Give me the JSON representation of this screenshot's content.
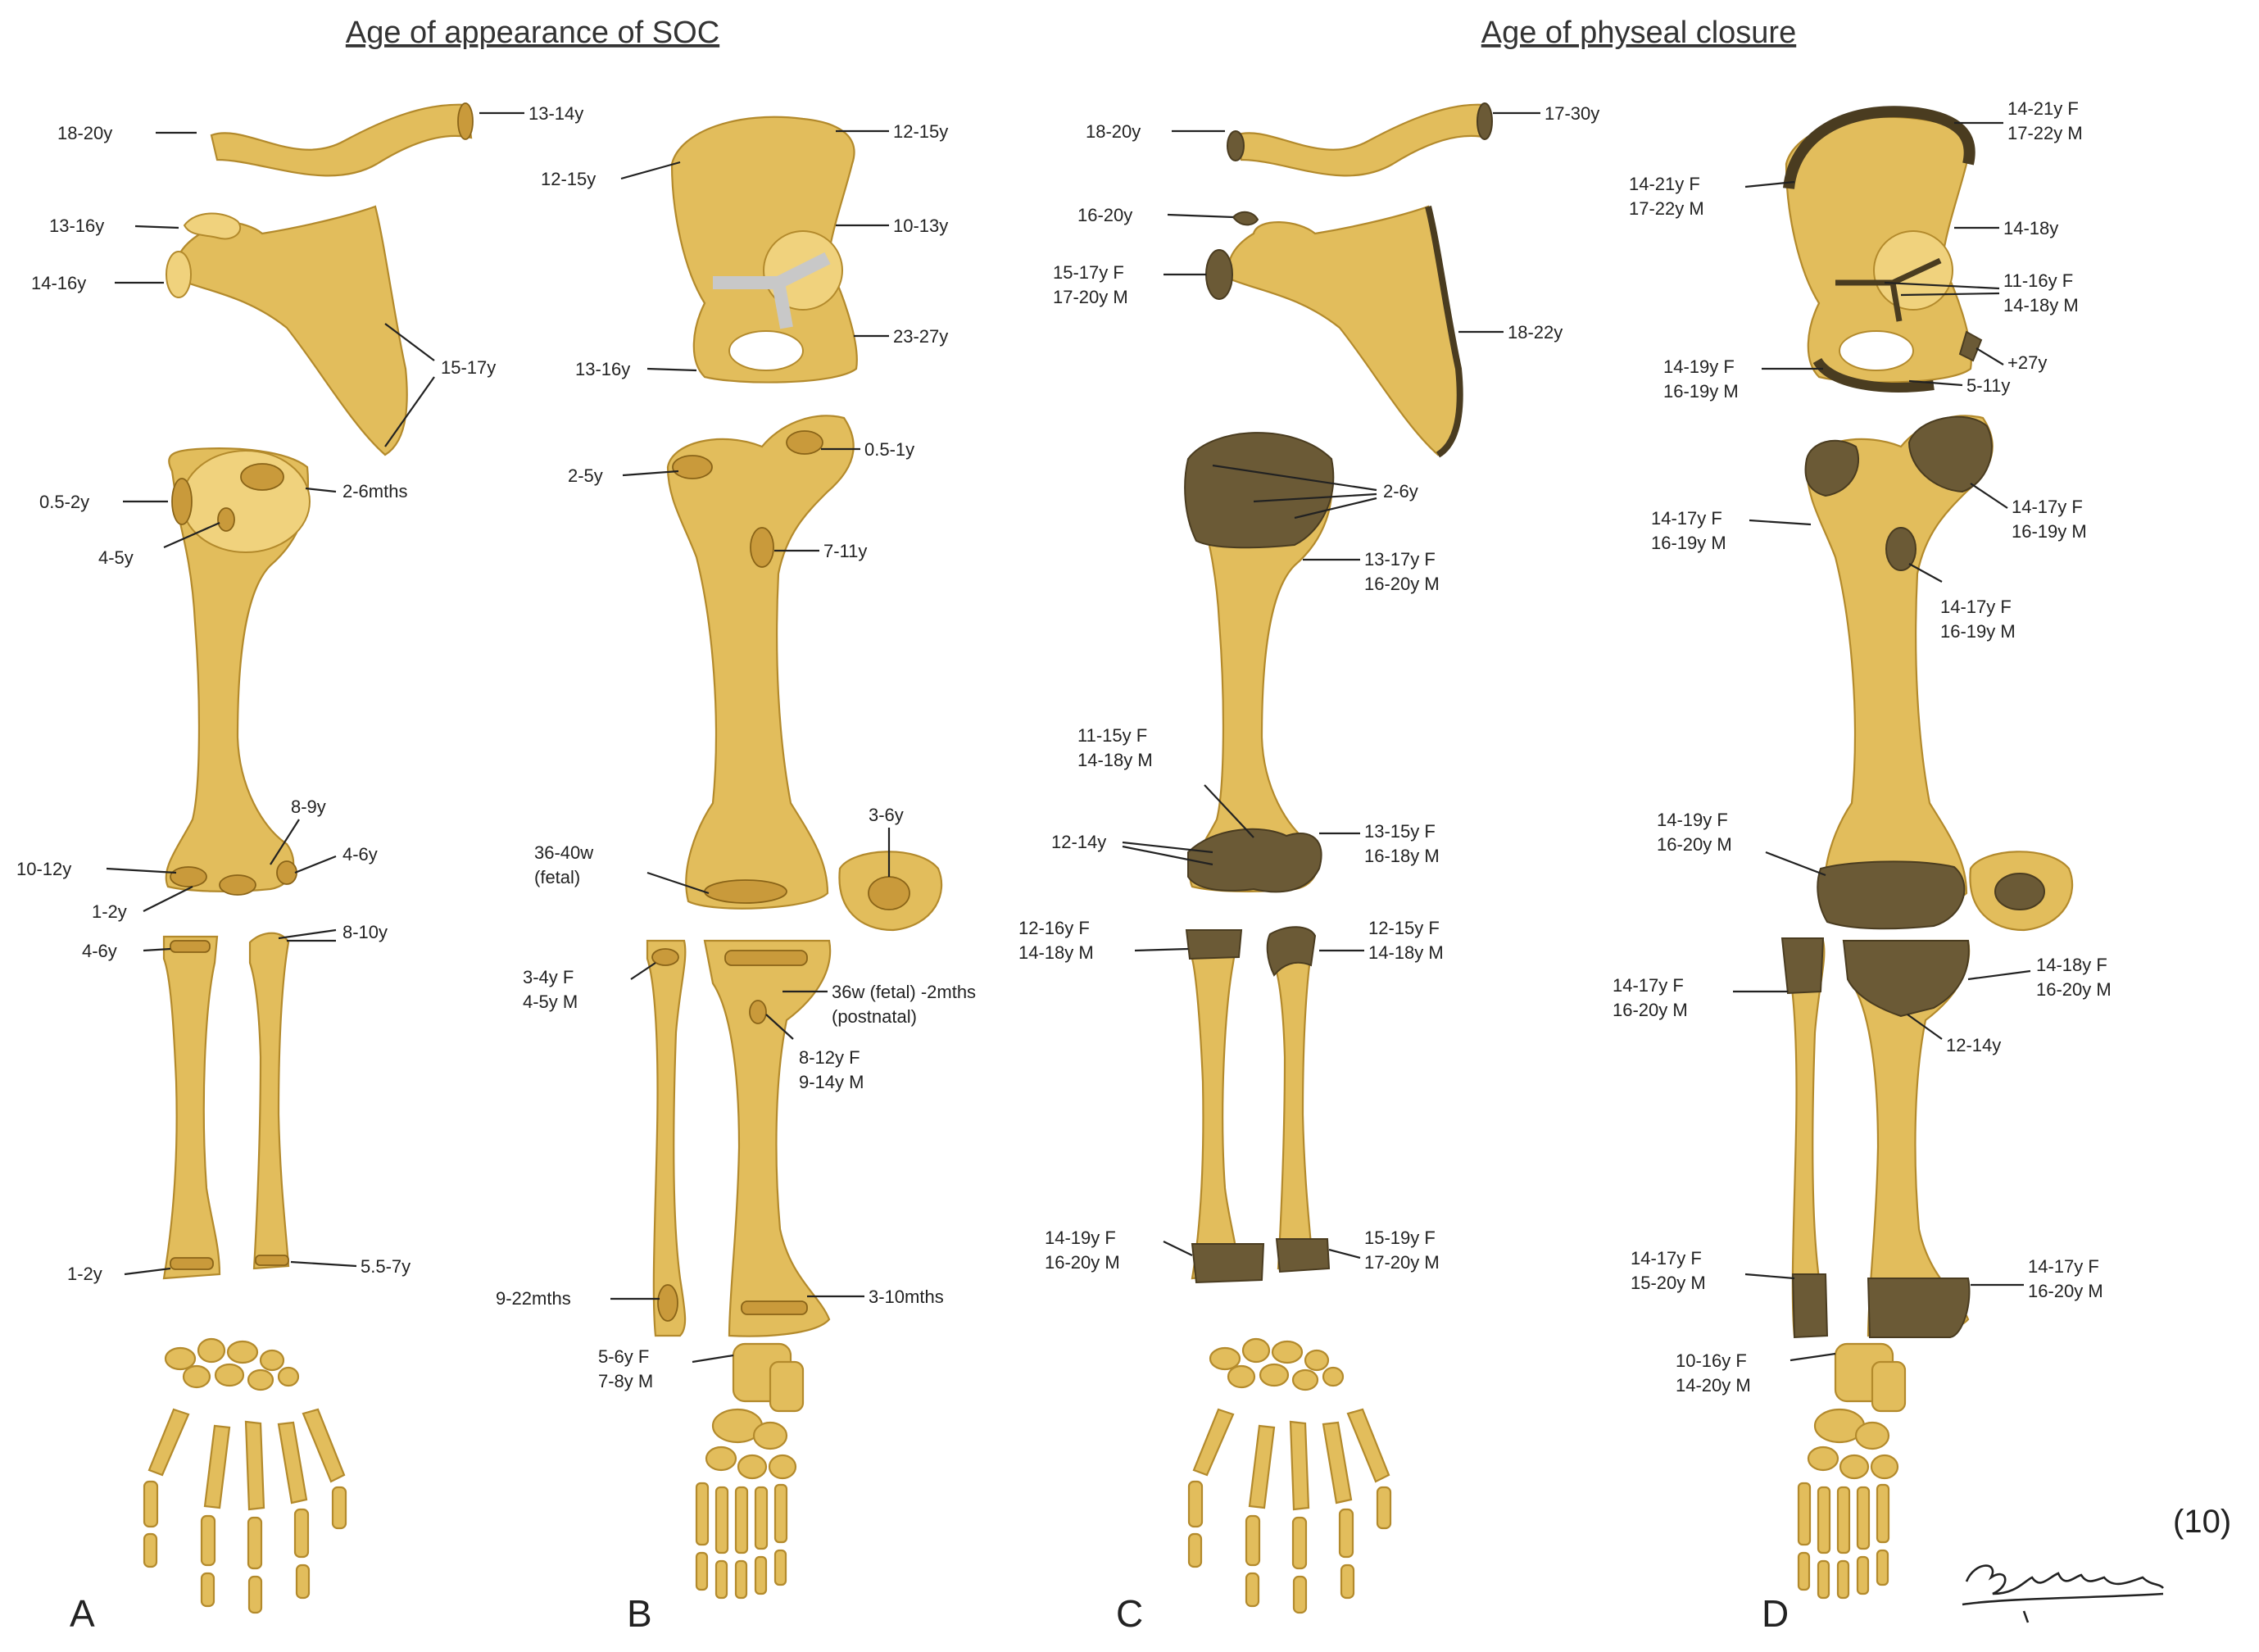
{
  "titles": {
    "soc": "Age of appearance of SOC",
    "closure": "Age of physeal closure"
  },
  "panels": {
    "a": "A",
    "b": "B",
    "c": "C",
    "d": "D"
  },
  "reference": "(10)",
  "labels": {
    "a": {
      "clavicle_left": "18-20y",
      "clavicle_right": "13-14y",
      "acromion": "13-16y",
      "scapula_left": "14-16y",
      "scapula_vertebral": "15-17y",
      "humerus_tuberosity": "0.5-2y",
      "humerus_head": "2-6mths",
      "humerus_lesser": "4-5y",
      "humerus_trochlea": "8-9y",
      "humerus_medial_epicondyle": "10-12y",
      "humerus_lateral_epicondyle": "4-6y",
      "humerus_capitulum": "1-2y",
      "radius_proximal": "4-6y",
      "ulna_proximal": "8-10y",
      "radius_distal": "1-2y",
      "ulna_distal": "5.5-7y"
    },
    "b": {
      "iliac_crest_right": "12-15y",
      "iliac_crest_left": "12-15y",
      "acetabulum": "10-13y",
      "ischial_tuberosity": "23-27y",
      "pubis": "13-16y",
      "greater_trochanter": "2-5y",
      "femoral_head": "0.5-1y",
      "lesser_trochanter": "7-11y",
      "patella": "3-6y",
      "distal_femur_1": "36-40w",
      "distal_femur_2": "(fetal)",
      "fibula_proximal_1": "3-4y F",
      "fibula_proximal_2": "4-5y M",
      "tibia_proximal_1": "36w (fetal) -2mths",
      "tibia_proximal_2": "(postnatal)",
      "tibial_tuberosity_1": "8-12y F",
      "tibial_tuberosity_2": "9-14y M",
      "fibula_distal": "9-22mths",
      "tibia_distal": "3-10mths",
      "calcaneus_1": "5-6y F",
      "calcaneus_2": "7-8y M"
    },
    "c": {
      "clavicle_left": "18-20y",
      "clavicle_right": "17-30y",
      "acromion": "16-20y",
      "glenoid_1": "15-17y F",
      "glenoid_2": "17-20y M",
      "scapula_vertebral": "18-22y",
      "humerus_head": "2-6y",
      "humerus_proximal_1": "13-17y F",
      "humerus_proximal_2": "16-20y M",
      "humerus_medial_1": "11-15y F",
      "humerus_medial_2": "14-18y M",
      "humerus_distal_left": "12-14y",
      "humerus_distal_right_1": "13-15y F",
      "humerus_distal_right_2": "16-18y M",
      "radius_proximal_1": "12-16y F",
      "radius_proximal_2": "14-18y M",
      "ulna_proximal_1": "12-15y F",
      "ulna_proximal_2": "14-18y M",
      "radius_distal_1": "14-19y F",
      "radius_distal_2": "16-20y M",
      "ulna_distal_1": "15-19y F",
      "ulna_distal_2": "17-20y M"
    },
    "d": {
      "iliac_crest_right_1": "14-21y  F",
      "iliac_crest_right_2": "17-22y M",
      "iliac_crest_left_1": "14-21y F",
      "iliac_crest_left_2": "17-22y M",
      "acetabulum": "14-18y",
      "triradiate_1": "11-16y F",
      "triradiate_2": "14-18y M",
      "ischium": "+27y",
      "ischiopubic_1": "14-19y F",
      "ischiopubic_2": "16-19y M",
      "ischiopubic_ramus": "5-11y",
      "greater_trochanter_1": "14-17y F",
      "greater_trochanter_2": "16-19y M",
      "femoral_head_1": "14-17y F",
      "femoral_head_2": "16-19y M",
      "lesser_trochanter_1": "14-17y F",
      "lesser_trochanter_2": "16-19y M",
      "distal_femur_1": "14-19y F",
      "distal_femur_2": "16-20y M",
      "fibula_proximal_1": "14-17y F",
      "fibula_proximal_2": "16-20y M",
      "tibia_proximal_1": "14-18y F",
      "tibia_proximal_2": "16-20y M",
      "tibial_tuberosity": "12-14y",
      "fibula_distal_1": "14-17y F",
      "fibula_distal_2": "15-20y M",
      "tibia_distal_1": "14-17y F",
      "tibia_distal_2": "16-20y M",
      "calcaneus_1": "10-16y F",
      "calcaneus_2": "14-20y M"
    }
  },
  "colors": {
    "bone": "#e2bd5c",
    "ossification_center": "#c99a3b",
    "closed_physis": "#6b5a36"
  }
}
